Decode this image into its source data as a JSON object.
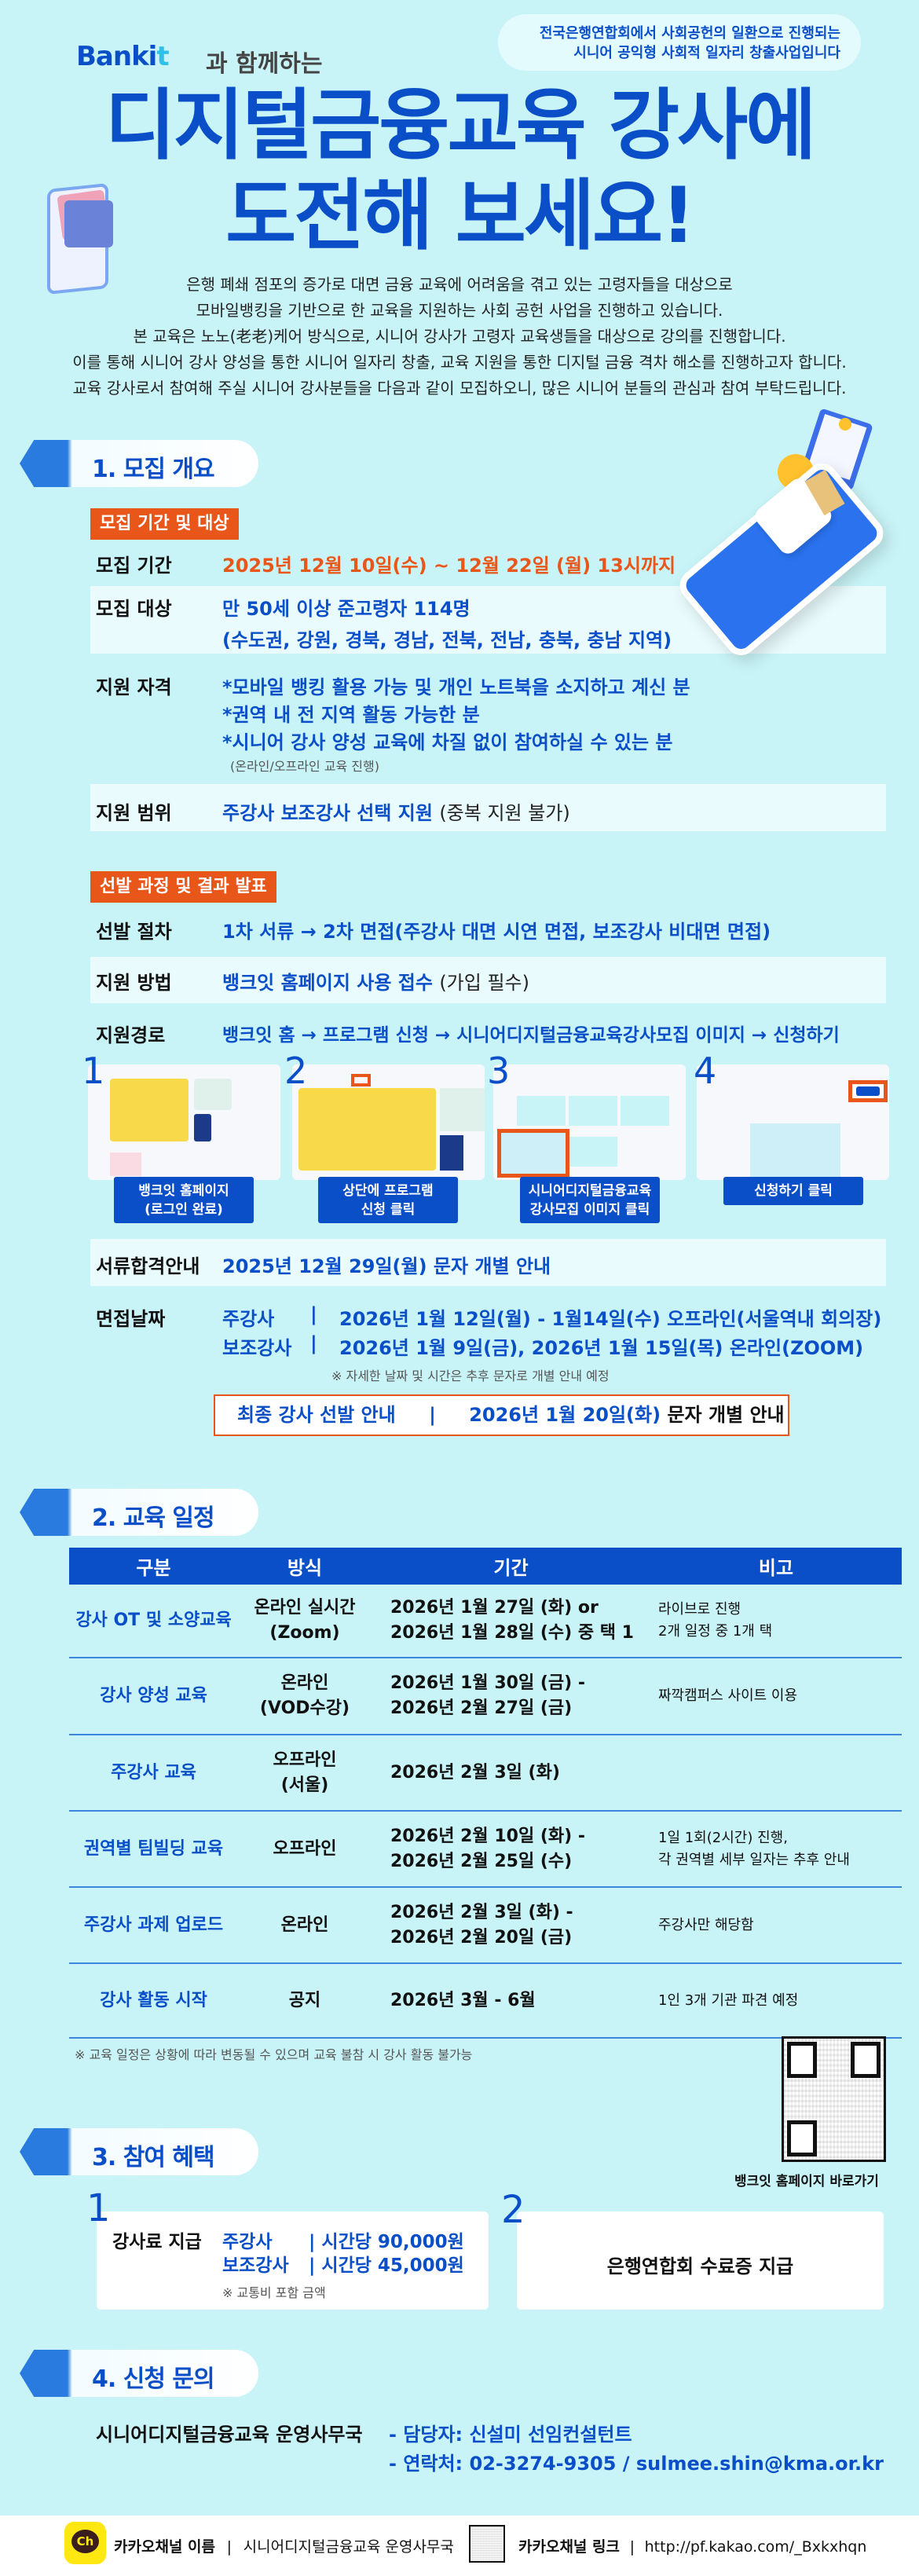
{
  "header": {
    "badge_line1": "전국은행연합회에서 사회공헌의 일환으로 진행되는",
    "badge_line2": "시니어 공익형 사회적 일자리 창출사업입니다",
    "logo_text": "Banki",
    "logo_plus": "t",
    "with_text": "과 함께하는",
    "title_line1": "디지털금융교육 강사에",
    "title_line2": "도전해 보세요!",
    "intro": [
      "은행 폐쇄 점포의 증가로 대면 금융 교육에 어려움을 겪고 있는 고령자들을 대상으로",
      "모바일뱅킹을 기반으로 한 교육을 지원하는 사회 공헌 사업을 진행하고 있습니다.",
      "본 교육은 노노(老老)케어 방식으로, 시니어 강사가 고령자 교육생들을 대상으로 강의를 진행합니다.",
      "이를 통해 시니어 강사 양성을 통한 시니어 일자리 창출, 교육 지원을 통한 디지털 금융 격차 해소를 진행하고자 합니다.",
      "교육 강사로서 참여해 주실 시니어 강사분들을 다음과 같이 모집하오니, 많은 시니어 분들의 관심과 참여 부탁드립니다."
    ]
  },
  "recruit": {
    "section_title": "1. 모집 개요",
    "tag1": "모집 기간 및 대상",
    "period_label": "모집 기간",
    "period_value": "2025년 12월 10일(수) ~ 12월 22일 (월) 13시까지",
    "target_label": "모집 대상",
    "target_line1": "만 50세 이상 준고령자 114명",
    "target_line2": "(수도권, 강원, 경북, 경남, 전북, 전남, 충북, 충남 지역)",
    "qual_label": "지원 자격",
    "qual_items": [
      "*모바일 뱅킹 활용 가능 및 개인 노트북을 소지하고 계신 분",
      "*권역 내 전 지역 활동 가능한 분",
      "*시니어 강사 양성 교육에 차질 없이 참여하실 수 있는 분"
    ],
    "qual_note": "(온라인/오프라인 교육 진행)",
    "scope_label": "지원 범위",
    "scope_value": "주강사 보조강사 선택 지원",
    "scope_note": "(중복 지원 불가)",
    "tag2": "선발 과정 및 결과 발표",
    "proc_label": "선발 절차",
    "proc_value": "1차 서류 → 2차 면접(주강사 대면 시연 면접, 보조강사 비대면 면접)",
    "method_label": "지원 방법",
    "method_value": "뱅크잇 홈페이지 사용 접수",
    "method_note": "(가입 필수)",
    "route_label": "지원경로",
    "route_value": "뱅크잇 홈 → 프로그램 신청 → 시니어디지털금융교육강사모집 이미지 → 신청하기",
    "steps": [
      {
        "num": "1",
        "line1": "뱅크잇 홈페이지",
        "line2": "(로그인 완료)"
      },
      {
        "num": "2",
        "line1": "상단에 프로그램",
        "line2": "신청 클릭"
      },
      {
        "num": "3",
        "line1": "시니어디지털금융교육",
        "line2": "강사모집 이미지 클릭"
      },
      {
        "num": "4",
        "line1": "신청하기 클릭",
        "line2": ""
      }
    ],
    "doc_label": "서류합격안내",
    "doc_value": "2025년 12월 29일(월) 문자 개별 안내",
    "interview_label": "면접날짜",
    "interview_main_role": "주강사",
    "interview_main_value": "2026년 1월 12일(월) - 1월14일(수) 오프라인(서울역내 회의장)",
    "interview_sub_role": "보조강사",
    "interview_sub_value": "2026년 1월 9일(금), 2026년 1월 15일(목) 온라인(ZOOM)",
    "separator": "|",
    "interview_note": "※ 자세한 날짜 및 시간은 추후 문자로 개별 안내 예정",
    "final_label": "최종 강사 선발 안내",
    "final_date": "2026년 1월 20일(화)",
    "final_suffix": "문자 개별 안내"
  },
  "schedule": {
    "section_title": "2. 교육 일정",
    "columns": [
      "구분",
      "방식",
      "기간",
      "비고"
    ],
    "rows": [
      {
        "type": "강사 OT 및 소양교육",
        "method1": "온라인 실시간",
        "method2": "(Zoom)",
        "period1": "2026년 1월 27일 (화) or",
        "period2": "2026년 1월 28일 (수) 중 택 1",
        "note1": "라이브로 진행",
        "note2": "2개 일정 중 1개 택"
      },
      {
        "type": "강사 양성 교육",
        "method1": "온라인",
        "method2": "(VOD수강)",
        "period1": "2026년 1월 30일 (금) -",
        "period2": "2026년 2월 27일 (금)",
        "note1": "짜깍캠퍼스 사이트 이용",
        "note2": ""
      },
      {
        "type": "주강사 교육",
        "method1": "오프라인",
        "method2": "(서울)",
        "period1": "2026년 2월 3일 (화)",
        "period2": "",
        "note1": "",
        "note2": ""
      },
      {
        "type": "권역별 팀빌딩 교육",
        "method1": "오프라인",
        "method2": "",
        "period1": "2026년 2월 10일 (화) -",
        "period2": "2026년 2월 25일 (수)",
        "note1": "1일 1회(2시간) 진행,",
        "note2": "각 권역별 세부 일자는 추후 안내"
      },
      {
        "type": "주강사 과제 업로드",
        "method1": "온라인",
        "method2": "",
        "period1": "2026년 2월 3일 (화) -",
        "period2": "2026년 2월 20일 (금)",
        "note1": "주강사만 해당함",
        "note2": ""
      },
      {
        "type": "강사 활동 시작",
        "method1": "공지",
        "method2": "",
        "period1": "2026년 3월 - 6월",
        "period2": "",
        "note1": "1인 3개 기관 파견 예정",
        "note2": ""
      }
    ],
    "note": "※ 교육 일정은 상황에 따라 변동될 수 있으며 교육 불참 시 강사 활동 불가능",
    "qr_caption": "뱅크잇 홈페이지 바로가기"
  },
  "benefits": {
    "section_title": "3. 참여 혜택",
    "card1_num": "1",
    "card1_label": "강사료 지급",
    "main_role": "주강사",
    "main_pay": "| 시간당 90,000원",
    "sub_role": "보조강사",
    "sub_pay": "| 시간당 45,000원",
    "card1_note": "※ 교통비 포함 금액",
    "card2_num": "2",
    "card2_text": "은행연합회 수료증 지급"
  },
  "contact": {
    "section_title": "4. 신청 문의",
    "org": "시니어디지털금융교육 운영사무국",
    "manager": "- 담당자: 신설미 선임컨설턴트",
    "phone_email": "- 연락처: 02-3274-9305 / sulmee.shin@kma.or.kr"
  },
  "footer": {
    "kakao_icon_text": "Ch",
    "channel_name_label": "카카오채널 이름",
    "channel_name": "시니어디지털금융교육 운영사무국",
    "channel_link_label": "카카오채널 링크",
    "channel_link": "http://pf.kakao.com/_Bxkxhqn",
    "sep": "|"
  },
  "colors": {
    "background": "#c9f4f7",
    "brand_blue": "#0a4fc8",
    "accent_orange": "#e8561a",
    "kakao_yellow": "#ffe812"
  }
}
